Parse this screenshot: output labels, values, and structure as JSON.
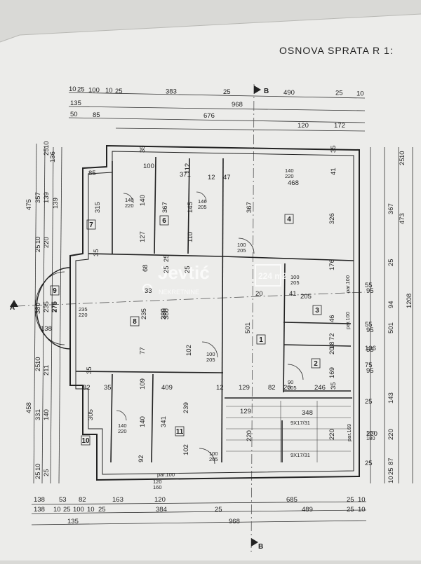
{
  "title": "OSNOVA SPRATA R 1:",
  "watermark": {
    "brand": "Jevtić",
    "sub": "NEKRETNINE",
    "number": "224 m2"
  },
  "section_marks": {
    "b_top": "B",
    "b_bottom": "B",
    "a_left": "A"
  },
  "top_dims": {
    "row1": [
      "10",
      "25",
      "100",
      "10",
      "25",
      "383",
      "25",
      "490",
      "25",
      "10"
    ],
    "row2": [
      "135",
      "968"
    ],
    "row3": [
      "50",
      "85",
      "676",
      "120",
      "172"
    ]
  },
  "bottom_dims": {
    "row1": [
      "138",
      "53",
      "82",
      "163",
      "120",
      "685",
      "25",
      "10"
    ],
    "row2": [
      "138",
      "10",
      "25",
      "100",
      "10",
      "25",
      "384",
      "25",
      "489",
      "25",
      "10"
    ],
    "row3": [
      "135",
      "968"
    ]
  },
  "left_dims": {
    "col1": [
      "475",
      "458"
    ],
    "col2": [
      "357",
      "25",
      "10",
      "380",
      "10",
      "25",
      "331",
      "10",
      "25"
    ],
    "col3": [
      "25",
      "10",
      "139",
      "220",
      "235",
      "275",
      "211",
      "140",
      "25"
    ],
    "col4": [
      "136",
      "139",
      "275",
      "138"
    ]
  },
  "right_dims": {
    "col1": [
      "25",
      "10",
      "473",
      "1208"
    ],
    "col2": [
      "367",
      "25",
      "94",
      "501",
      "143",
      "220",
      "87",
      "25",
      "10"
    ],
    "col3": [
      "55",
      "95",
      "55",
      "95",
      "106",
      "55",
      "75",
      "95",
      "25",
      "220",
      "25"
    ]
  },
  "rooms": [
    "1",
    "2",
    "3",
    "4",
    "6",
    "7",
    "8",
    "9",
    "10",
    "11"
  ],
  "interior_dims": [
    "85",
    "100",
    "35",
    "371",
    "112",
    "12",
    "47",
    "468",
    "41",
    "35",
    "315",
    "140",
    "367",
    "145",
    "367",
    "326",
    "127",
    "110",
    "25",
    "35",
    "68",
    "25",
    "25",
    "176",
    "33",
    "235",
    "380",
    "20",
    "41",
    "205",
    "235",
    "380",
    "501",
    "46",
    "72",
    "18",
    "20",
    "35",
    "77",
    "102",
    "169",
    "35",
    "82",
    "35",
    "109",
    "409",
    "12",
    "129",
    "82",
    "20",
    "246",
    "305",
    "140",
    "341",
    "239",
    "129",
    "348",
    "220",
    "220",
    "92",
    "102"
  ],
  "door_labels": [
    "140/220",
    "146/205",
    "100/205",
    "100/205",
    "235/220",
    "100/205",
    "90/205",
    "140/220",
    "100/205",
    "120/160",
    "120/180",
    "140/220"
  ],
  "misc_labels": {
    "par100_a": "par.100",
    "par100_b": "par.100",
    "par100_c": "par.100",
    "par169": "par.169",
    "stair1": "9X17/31",
    "stair2": "9X17/31",
    "window_small": "100/205"
  }
}
